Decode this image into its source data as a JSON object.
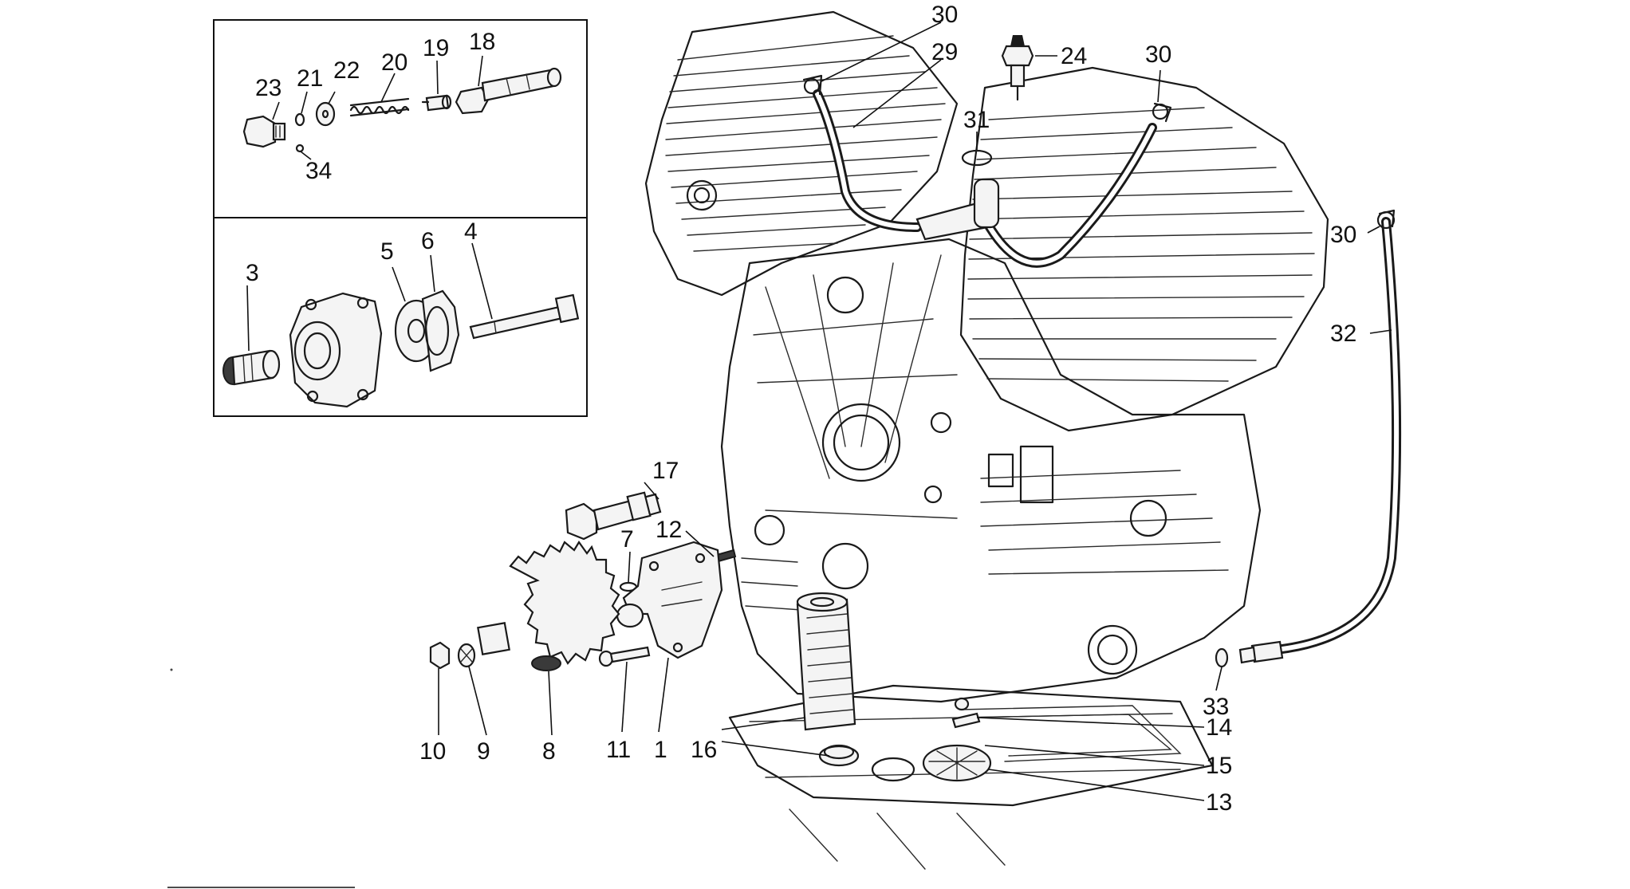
{
  "diagram": {
    "callouts": [
      {
        "id": "c30a",
        "text": "30"
      },
      {
        "id": "c29",
        "text": "29"
      },
      {
        "id": "c24",
        "text": "24"
      },
      {
        "id": "c30b",
        "text": "30"
      },
      {
        "id": "c31",
        "text": "31"
      },
      {
        "id": "c30c",
        "text": "30"
      },
      {
        "id": "c32",
        "text": "32"
      },
      {
        "id": "c23",
        "text": "23"
      },
      {
        "id": "c21",
        "text": "21"
      },
      {
        "id": "c22",
        "text": "22"
      },
      {
        "id": "c20",
        "text": "20"
      },
      {
        "id": "c19",
        "text": "19"
      },
      {
        "id": "c18",
        "text": "18"
      },
      {
        "id": "c34",
        "text": "34"
      },
      {
        "id": "c3",
        "text": "3"
      },
      {
        "id": "c5",
        "text": "5"
      },
      {
        "id": "c6",
        "text": "6"
      },
      {
        "id": "c4",
        "text": "4"
      },
      {
        "id": "c17",
        "text": "17"
      },
      {
        "id": "c12",
        "text": "12"
      },
      {
        "id": "c7",
        "text": "7"
      },
      {
        "id": "c10",
        "text": "10"
      },
      {
        "id": "c9",
        "text": "9"
      },
      {
        "id": "c8",
        "text": "8"
      },
      {
        "id": "c11",
        "text": "11"
      },
      {
        "id": "c1",
        "text": "1"
      },
      {
        "id": "c16",
        "text": "16"
      },
      {
        "id": "c14",
        "text": "14"
      },
      {
        "id": "c15",
        "text": "15"
      },
      {
        "id": "c13",
        "text": "13"
      },
      {
        "id": "c33",
        "text": "33"
      }
    ]
  }
}
